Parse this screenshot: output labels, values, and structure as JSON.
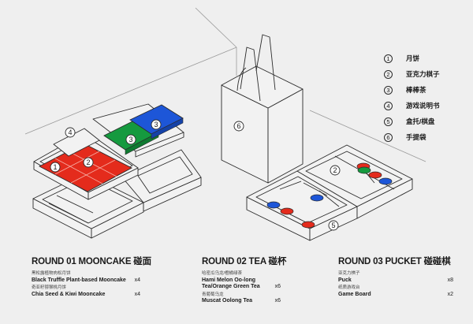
{
  "legend": [
    {
      "num": "1",
      "label": "月饼"
    },
    {
      "num": "2",
      "label": "亚克力棋子"
    },
    {
      "num": "3",
      "label": "棒棒茶"
    },
    {
      "num": "4",
      "label": "游戏说明书"
    },
    {
      "num": "5",
      "label": "盒托/棋盘"
    },
    {
      "num": "6",
      "label": "手提袋"
    }
  ],
  "colors": {
    "red": "#e42b1c",
    "green": "#159a3f",
    "blue": "#1d56d8",
    "line": "#2b2b2b",
    "background": "#efefef"
  },
  "rounds": [
    {
      "title": "ROUND 01 MOONCAKE 碰面",
      "items": [
        {
          "cn": "黑松露植物肉松月饼",
          "en": "Black Truffle Plant-based Mooncake",
          "qty": "x4"
        },
        {
          "cn": "奇亚籽猕猴桃月饼",
          "en": "Chia Seed & Kiwi Mooncake",
          "qty": "x4"
        }
      ]
    },
    {
      "title": "ROUND 02 TEA 碰杯",
      "items": [
        {
          "cn": "哈密瓜乌龙/橙橘绿茶",
          "en": "Hami Melon Oo-long Tea/Orange Green Tea",
          "qty": "x6"
        },
        {
          "cn": "青葡萄乌龙",
          "en": "Muscat Oolong Tea",
          "qty": "x6"
        }
      ]
    },
    {
      "title": "ROUND 03 PUCKET 碰碰棋",
      "items": [
        {
          "cn": "亚克力棋子",
          "en": "Puck",
          "qty": "x8"
        },
        {
          "cn": "纸质游戏台",
          "en": "Game Board",
          "qty": "x2"
        }
      ]
    }
  ]
}
